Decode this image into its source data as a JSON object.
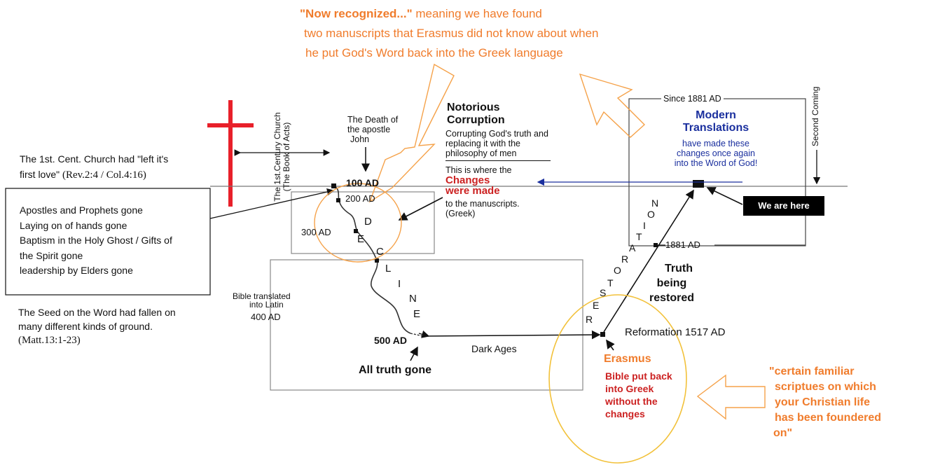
{
  "header_note": {
    "bold": "\"Now recognized...\"",
    "rest1": " meaning we have found",
    "line2": "two manuscripts that Erasmus did not know about when",
    "line3": "he put God's Word back into the Greek language"
  },
  "church": {
    "vertical_label_1": "The 1st.Century Church",
    "vertical_label_2": "(The Book of Acts)",
    "note_line1": "The 1st. Cent. Church had \"left it's",
    "note_line2a": "first love\" ",
    "note_line2b": "(Rev.2:4 / Col.4:16)"
  },
  "death_john": {
    "line1": "The Death of",
    "line2": "the apostle",
    "line3": "John"
  },
  "corruption": {
    "title1": "Notorious",
    "title2": "Corruption",
    "sub1": "Corrupting God's truth and",
    "sub2": "replacing it with the",
    "sub3": "philosophy of men",
    "where": "This is where the",
    "changes1": "Changes",
    "changes2": "were made",
    "to1": "to the manuscripts.",
    "to2": "(Greek)"
  },
  "modern": {
    "since": "Since 1881 AD",
    "title1": "Modern",
    "title2": "Translations",
    "body1": "have made these",
    "body2": "changes once again",
    "body3": "into the Word of God!",
    "second_coming": "Second Coming"
  },
  "we_are_here": "We are here",
  "gone_box": {
    "line1": "Apostles and Prophets gone",
    "line2": "Laying on of hands gone",
    "line3": "Baptism in the Holy Ghost / Gifts of",
    "line4": "the Spirit gone",
    "line5": "leadership by Elders gone"
  },
  "seed": {
    "line1": "The Seed on the Word had fallen on",
    "line2": "many different kinds of ground.",
    "line3": "(Matt.13:1-23)"
  },
  "dates": {
    "ad100": "100 AD",
    "ad200": "200 AD",
    "ad300": "300 AD",
    "ad400": "400 AD",
    "ad500": "500 AD",
    "ad1881": "1881 AD"
  },
  "latin": {
    "line1": "Bible translated",
    "line2": "into Latin"
  },
  "all_truth_gone": "All truth gone",
  "dark_ages": "Dark Ages",
  "reformation": "Reformation 1517 AD",
  "truth_restored": {
    "line1": "Truth",
    "line2": "being",
    "line3": "restored"
  },
  "erasmus": {
    "name": "Erasmus",
    "line1": "Bible put back",
    "line2": "into Greek",
    "line3": "without the",
    "line4": "changes"
  },
  "quote": {
    "line1": "\"certain familiar",
    "line2": "scriptues on which",
    "line3": "your Christian life",
    "line4": "has been foundered",
    "line5": "on\""
  },
  "decline_letters": [
    "D",
    "E",
    "C",
    "L",
    "I",
    "N",
    "E"
  ],
  "restoration_letters": [
    "R",
    "E",
    "S",
    "T",
    "O",
    "R",
    "A",
    "T",
    "I",
    "O",
    "N"
  ],
  "colors": {
    "orange": "#f07c2c",
    "red": "#cc2222",
    "navy": "#1a2f9e",
    "cross": "#e8202a"
  }
}
